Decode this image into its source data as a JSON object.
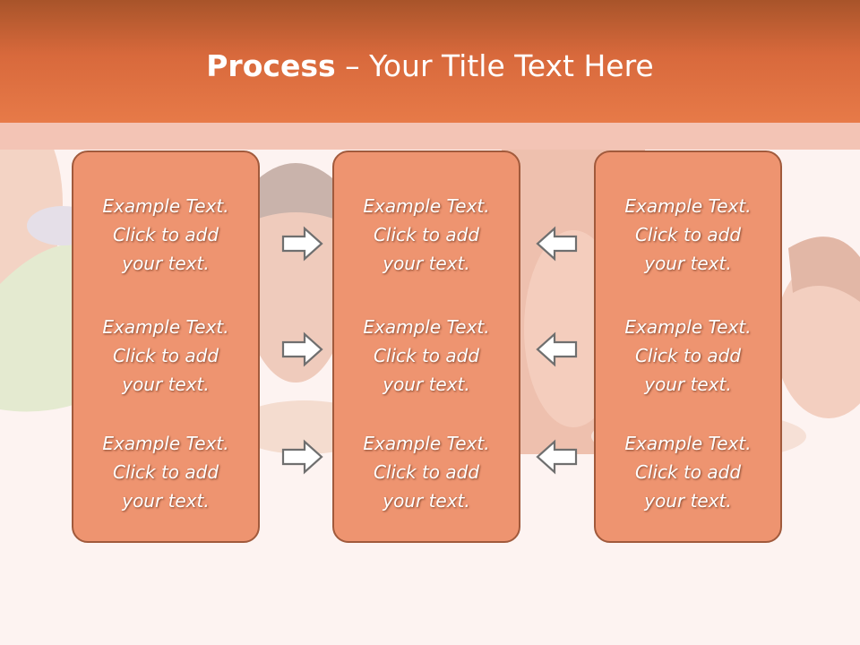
{
  "slide": {
    "title_bold": "Process",
    "title_rest": " – Your Title Text Here"
  },
  "columns": [
    {
      "items": [
        {
          "line1": "Example Text.",
          "line2": "Click  to add",
          "line3": "your text."
        },
        {
          "line1": "Example Text.",
          "line2": "Click  to add",
          "line3": "your text."
        },
        {
          "line1": "Example Text.",
          "line2": "Click  to add",
          "line3": "your text."
        }
      ]
    },
    {
      "items": [
        {
          "line1": "Example Text.",
          "line2": "Click  to add",
          "line3": "your text."
        },
        {
          "line1": "Example Text.",
          "line2": "Click  to add",
          "line3": "your text."
        },
        {
          "line1": "Example Text.",
          "line2": "Click  to add",
          "line3": "your text."
        }
      ]
    },
    {
      "items": [
        {
          "line1": "Example Text.",
          "line2": "Click  to add",
          "line3": "your text."
        },
        {
          "line1": "Example Text.",
          "line2": "Click  to add",
          "line3": "your text."
        },
        {
          "line1": "Example Text.",
          "line2": "Click  to add",
          "line3": "your text."
        }
      ]
    }
  ],
  "colors": {
    "header": "#e77a48",
    "box_fill": "#ee9470",
    "box_border": "#a15a3c",
    "arrow_fill": "#ffffff",
    "arrow_stroke": "#6f6f6f"
  },
  "arrows": {
    "left_group": "arrow-right-icon",
    "right_group": "arrow-left-icon"
  }
}
